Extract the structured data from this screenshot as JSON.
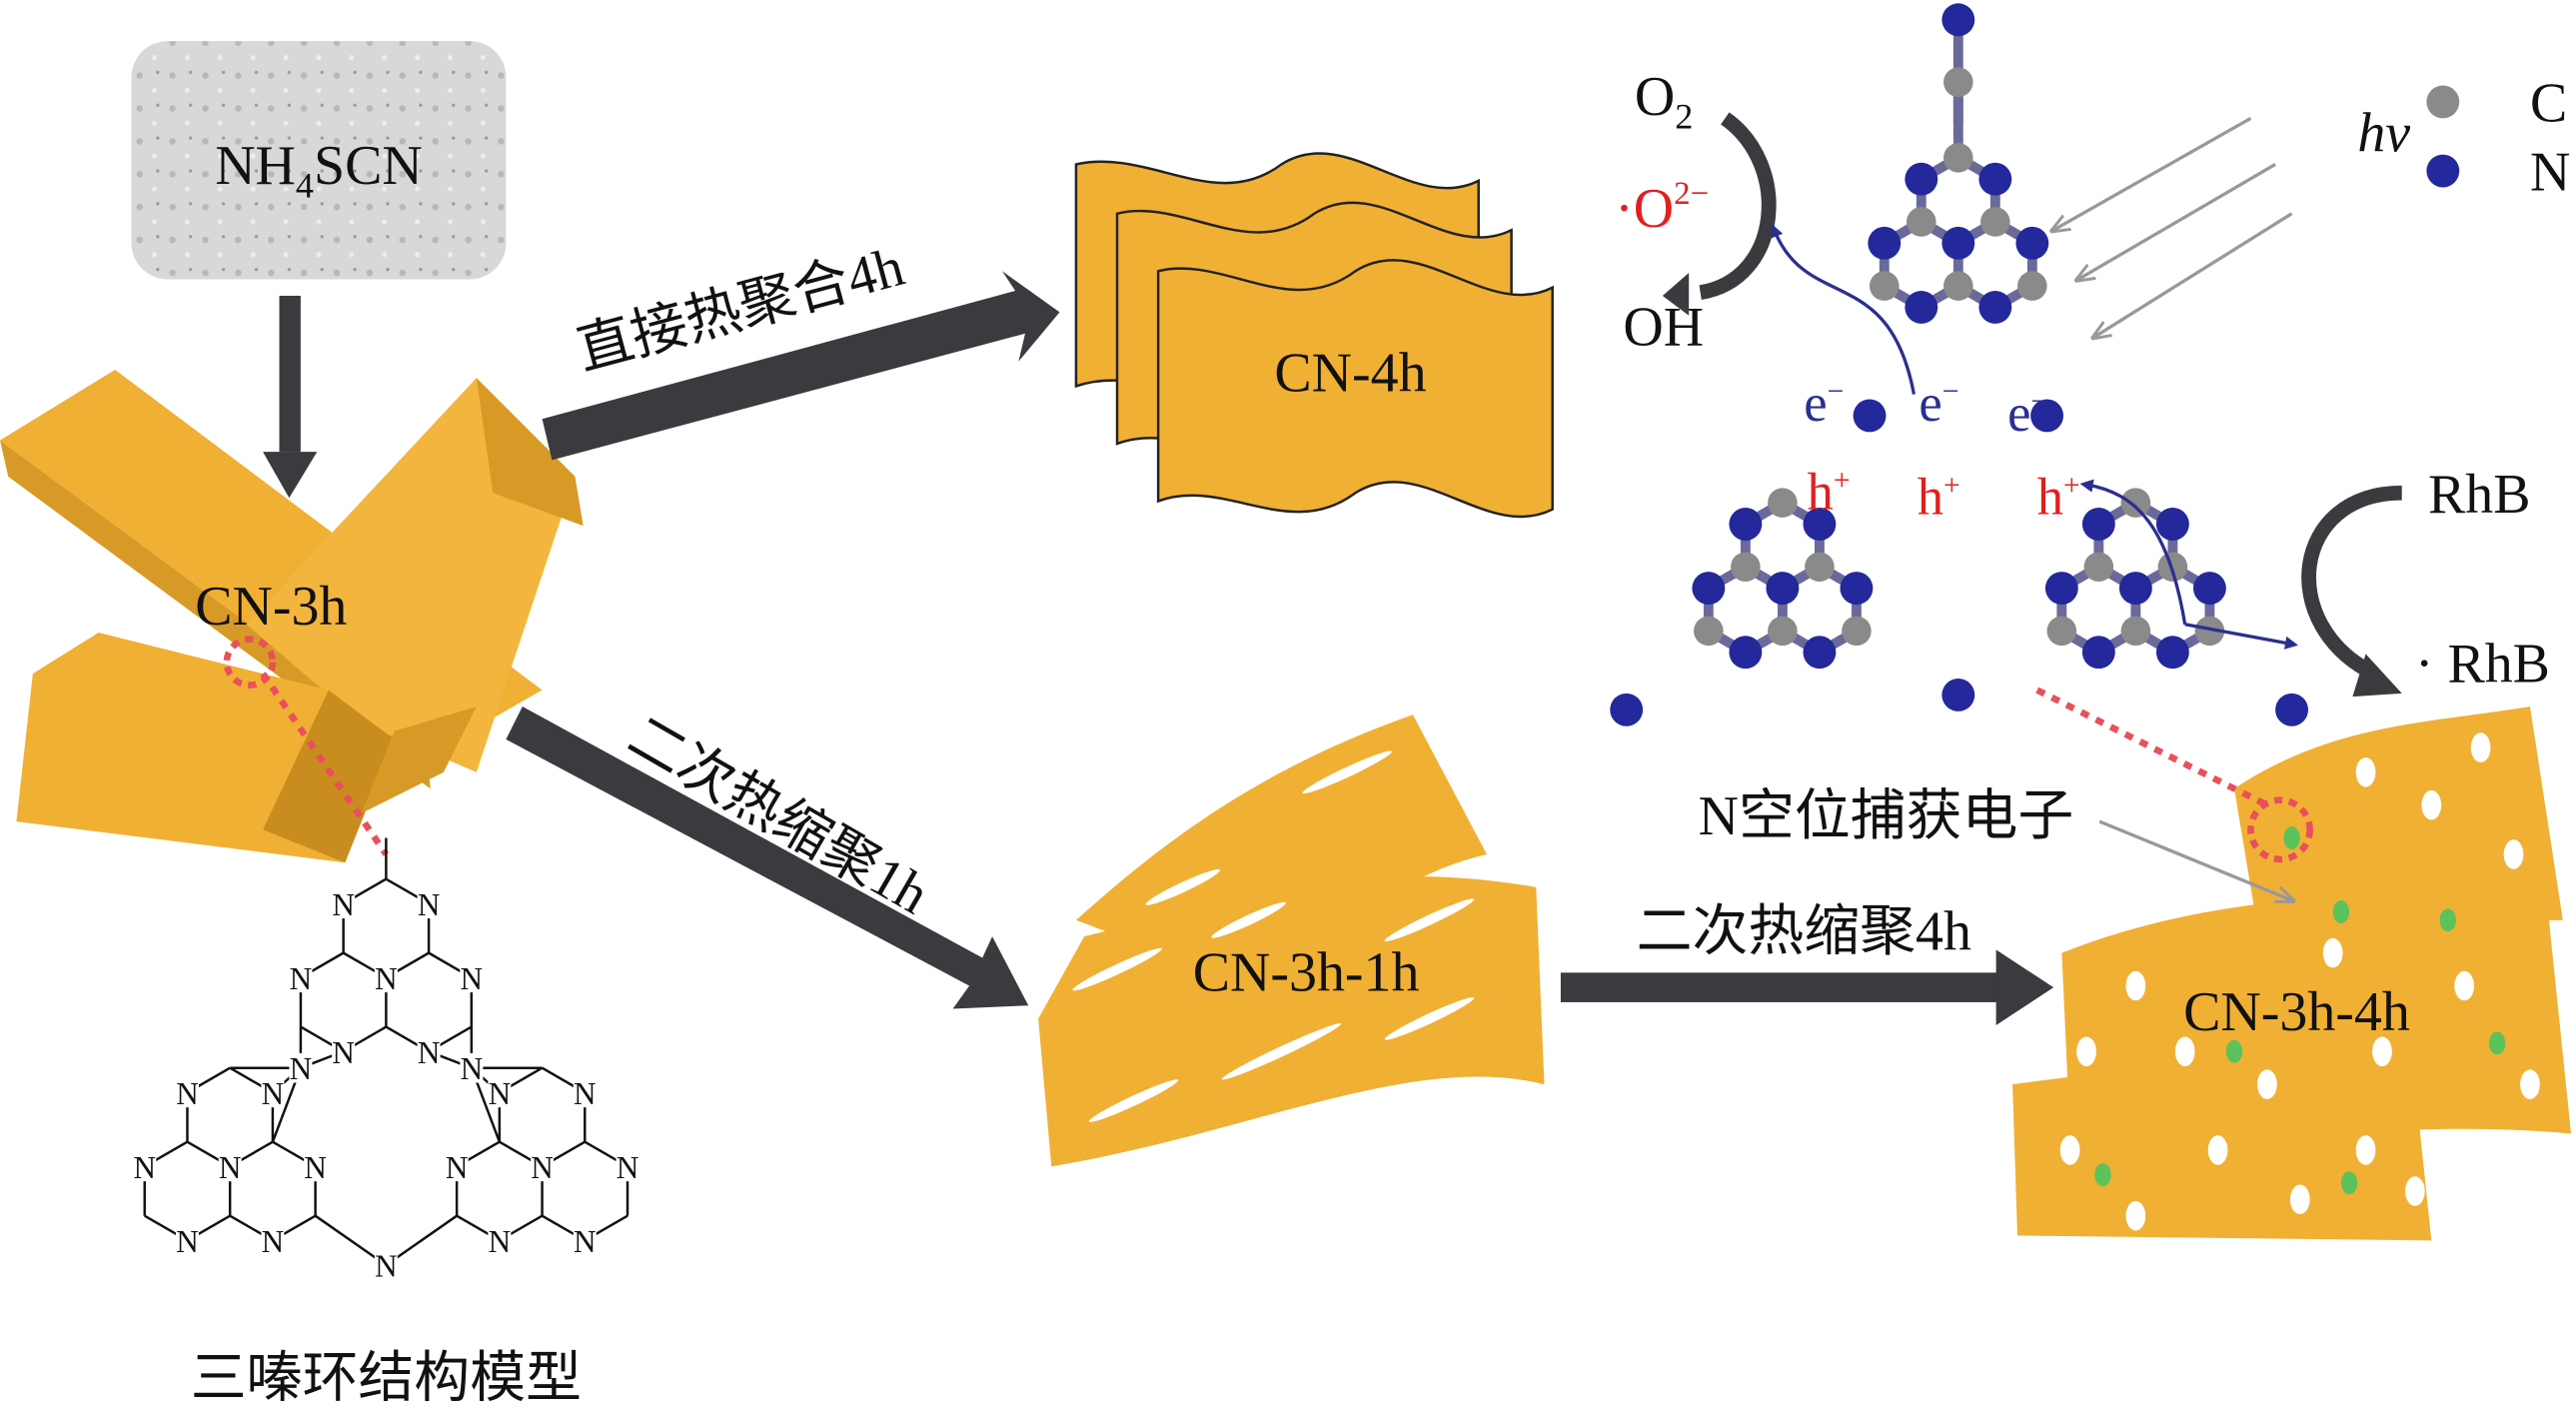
{
  "colors": {
    "sheet": "#f0b034",
    "sheet_dark": "#c98d1f",
    "arrow": "#3b3b3f",
    "carbon": "#8a8a8a",
    "nitrogen": "#23289a",
    "radical_red": "#e02020",
    "electron_blue": "#2a2f8f",
    "vacancy_green": "#5cc25c",
    "dashed_red": "#e8505b"
  },
  "precursor": {
    "label_main": "NH",
    "label_sub": "4",
    "label_rest": "SCN"
  },
  "samples": {
    "cn3h": "CN-3h",
    "cn4h": "CN-4h",
    "cn3h1h": "CN-3h-1h",
    "cn3h4h": "CN-3h-4h"
  },
  "arrows": {
    "direct": "直接热聚合4h",
    "secondary_1h": "二次热缩聚1h",
    "secondary_4h": "二次热缩聚4h"
  },
  "mechanism": {
    "o2_main": "O",
    "o2_sub": "2",
    "superoxide_dot": "·",
    "superoxide_main": "O",
    "superoxide_sup": "2−",
    "oh": "OH",
    "light": "hν",
    "legend": [
      {
        "symbol": "C",
        "color": "#8a8a8a"
      },
      {
        "symbol": "N",
        "color": "#23289a"
      }
    ],
    "electron": "e",
    "electron_sup": "−",
    "hole": "h",
    "hole_sup": "+",
    "rhb": "RhB",
    "rhb_radical": "· RhB",
    "vacancy_caption": "N空位捕获电子"
  },
  "structure_model": {
    "caption": "三嗪环结构模型",
    "atom_label": "N"
  }
}
